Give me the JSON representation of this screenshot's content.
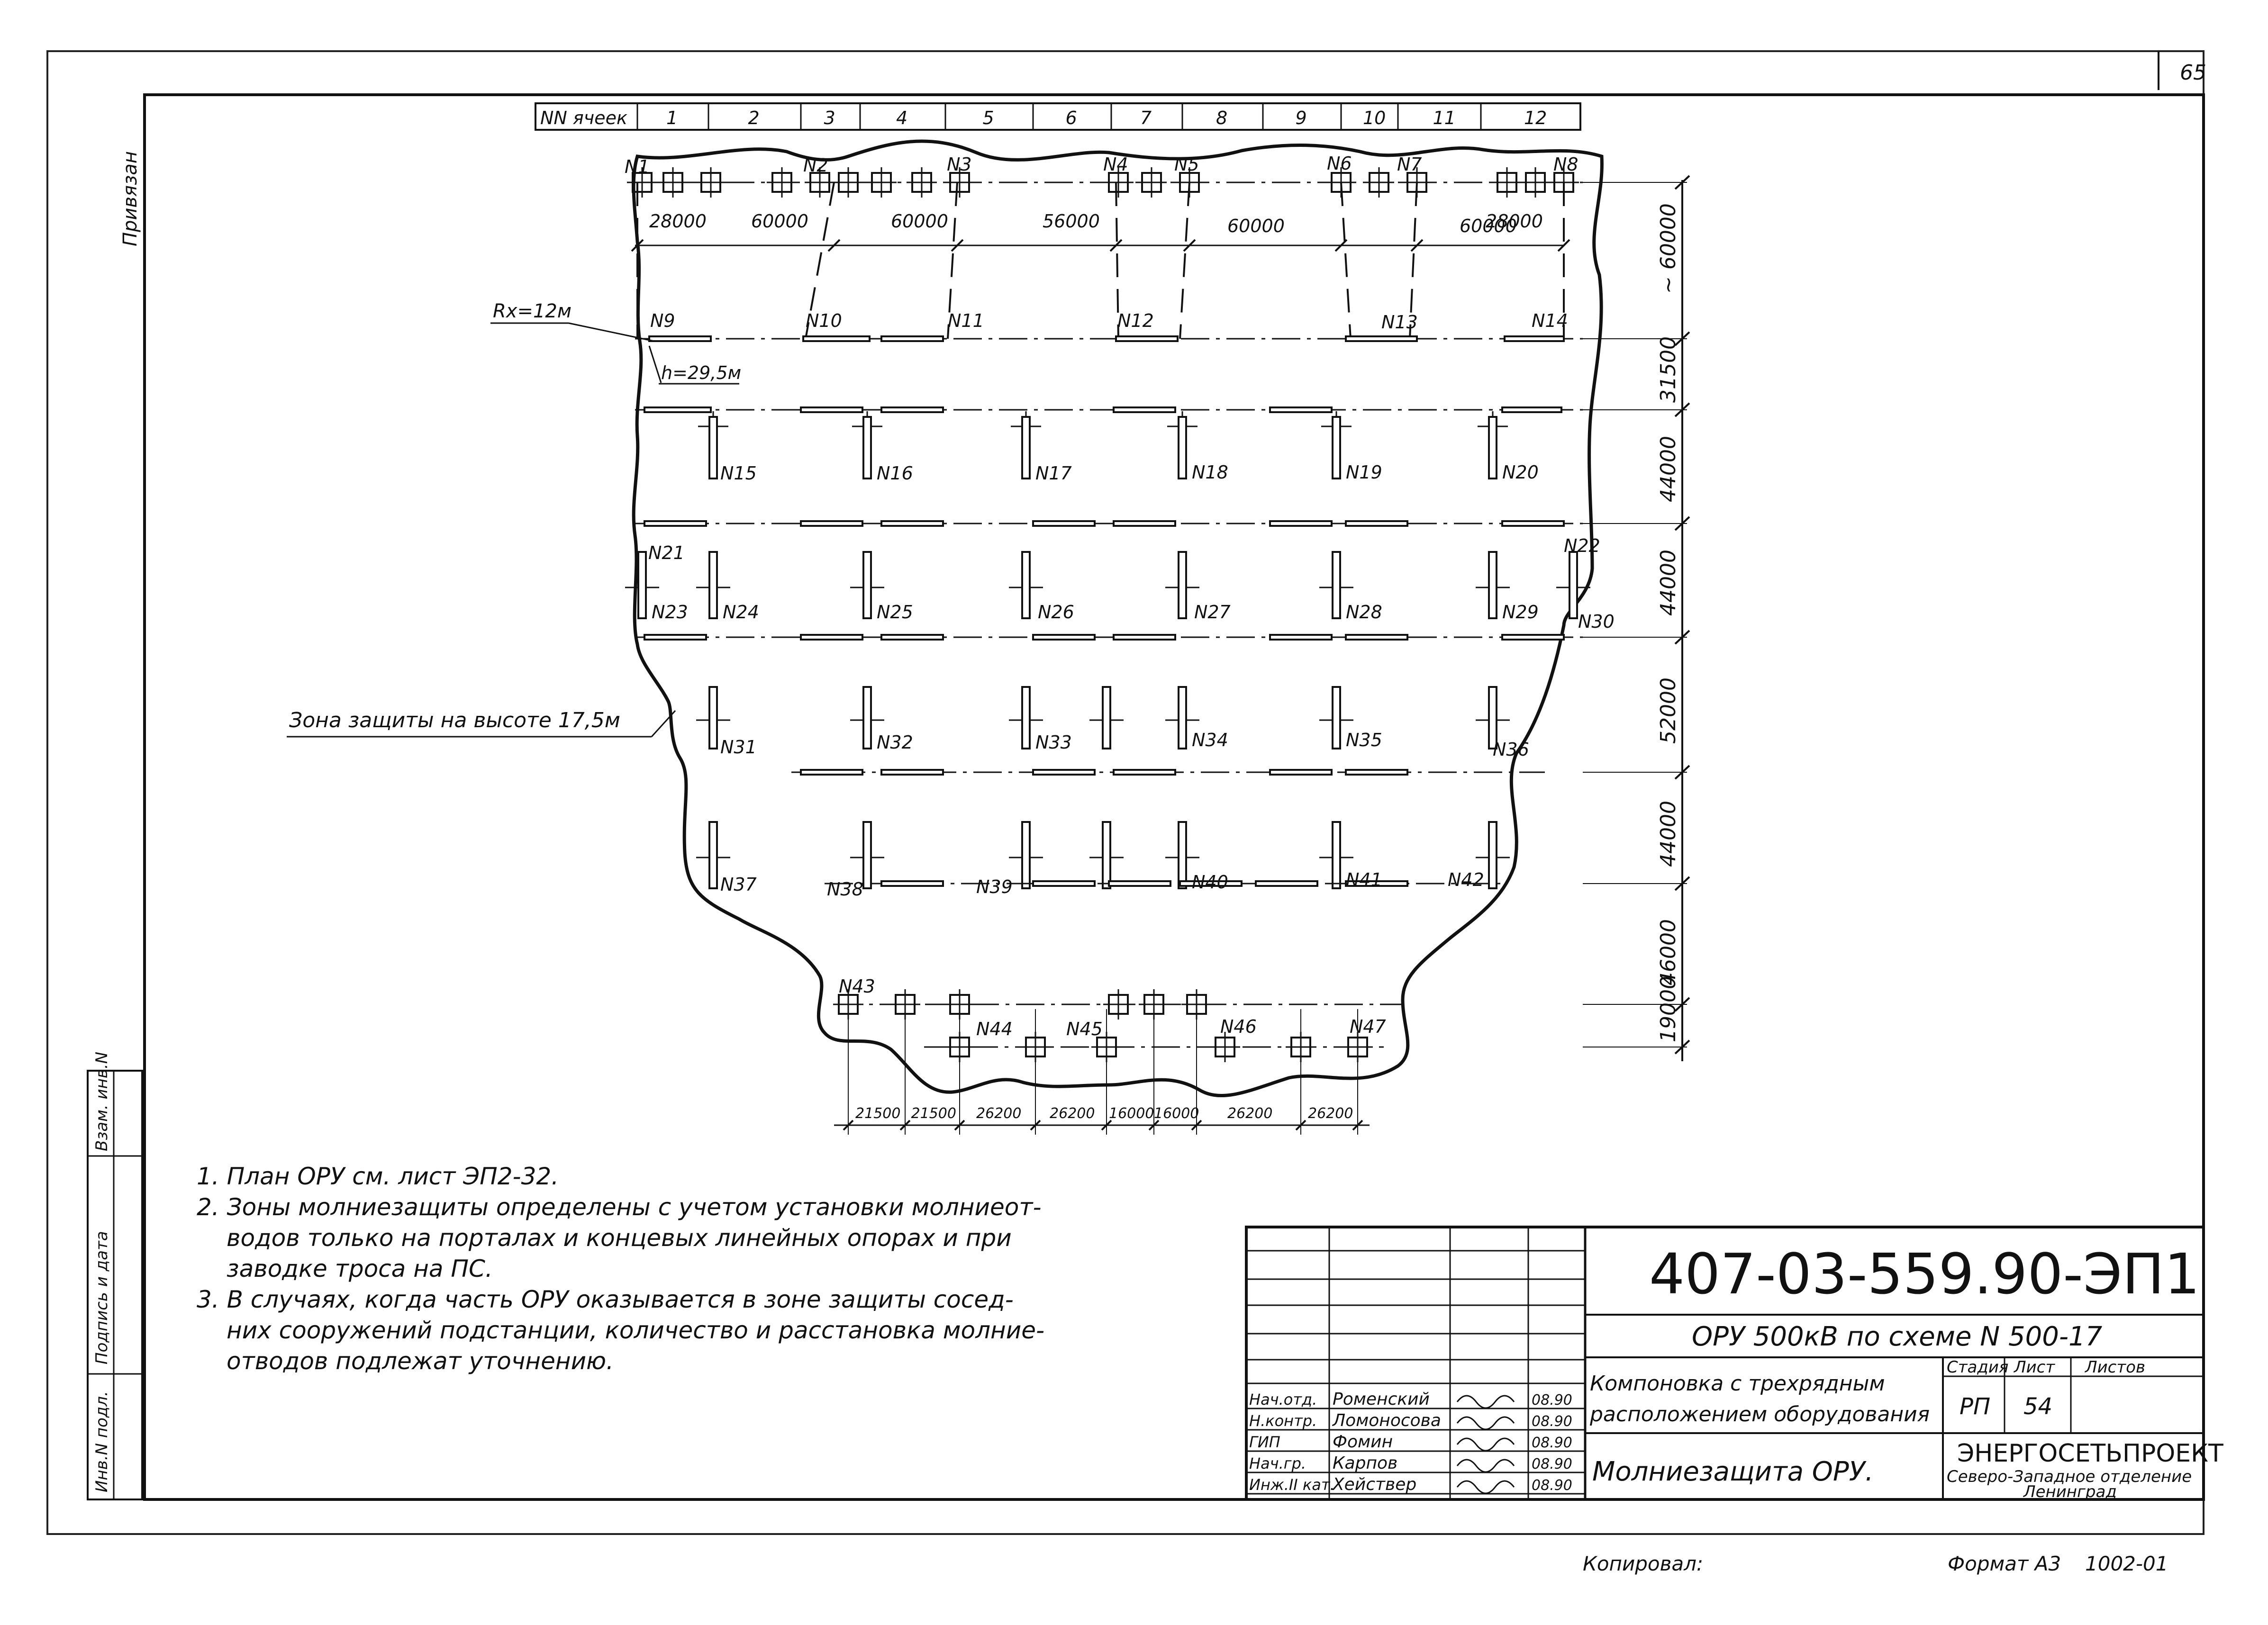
{
  "sheet_number": "65",
  "left_strip": {
    "primenen": "Привязан",
    "inv_vzam": "Взам. инв.N",
    "podpis_data": "Подпись и дата",
    "inv_podl": "Инв.N подл."
  },
  "cells_header": {
    "label": "NN ячеек",
    "cells": [
      "1",
      "2",
      "3",
      "4",
      "5",
      "6",
      "7",
      "8",
      "9",
      "10",
      "11",
      "12"
    ]
  },
  "supports": {
    "portals_top": [
      "N1",
      "N2",
      "N3",
      "N4",
      "N5",
      "N6",
      "N7",
      "N8"
    ],
    "row2": [
      "N9",
      "N10",
      "N11",
      "N12",
      "N13",
      "N14"
    ],
    "row3": [
      "N15",
      "N16",
      "N17",
      "N18",
      "N19",
      "N20"
    ],
    "row4": [
      "N21",
      "N22",
      "N23",
      "N24",
      "N25",
      "N26",
      "N27",
      "N28",
      "N29",
      "N30"
    ],
    "row5": [
      "N31",
      "N32",
      "N33",
      "N34",
      "N35",
      "N36"
    ],
    "row6": [
      "N37",
      "N38",
      "N39",
      "N40",
      "N41",
      "N42"
    ],
    "portals_bottom": [
      "N43",
      "N44",
      "N45",
      "N46",
      "N47"
    ]
  },
  "annotations": {
    "rx": "Rx=12м",
    "h": "h=29,5м",
    "zone_label": "Зона защиты на высоте 17,5м"
  },
  "dimensions": {
    "top_horizontal": [
      "28000",
      "60000",
      "60000",
      "56000",
      "60000",
      "60000",
      "28000"
    ],
    "right_vertical": [
      "~ 60000",
      "31500",
      "44000",
      "44000",
      "52000",
      "44000",
      "46000",
      "19000"
    ],
    "bottom_horizontal": [
      "21500",
      "21500",
      "26200",
      "26200",
      "16000",
      "16000",
      "26200",
      "26200"
    ]
  },
  "notes": [
    "1. План ОРУ см. лист ЭП2-32.",
    "2. Зоны молниезащиты определены с учетом установки молниеот-",
    "водов только на порталах и концевых линейных опорах и при",
    "заводке троса на ПС.",
    "3. В случаях, когда часть ОРУ оказывается в зоне защиты сосед-",
    "них сооружений подстанции, количество и расстановка молние-",
    "отводов подлежат уточнению."
  ],
  "title_block": {
    "doc_code": "407-03-559.90-ЭП1",
    "subtitle": "ОРУ 500кВ по схеме N 500-17",
    "description_line1": "Компоновка с трехрядным",
    "description_line2": "расположением оборудования",
    "drawing_name": "Молниезащита ОРУ.",
    "stage_label": "Стадия",
    "sheet_label": "Лист",
    "sheets_label": "Листов",
    "stage_value": "РП",
    "sheet_value": "54",
    "organization": "ЭНЕРГОСЕТЬПРОЕКТ",
    "org_branch": "Северо-Западное отделение",
    "org_city": "Ленинград",
    "signatures": [
      {
        "role": "Нач.отд.",
        "name": "Ромeнский",
        "date": "08.90"
      },
      {
        "role": "Н.контр.",
        "name": "Ломоносова",
        "date": "08.90"
      },
      {
        "role": "ГИП",
        "name": "Фомин",
        "date": "08.90"
      },
      {
        "role": "Нач.гр.",
        "name": "Карпов",
        "date": "08.90"
      },
      {
        "role": "Инж.II кат.",
        "name": "Хействер",
        "date": "08.90"
      }
    ]
  },
  "footer": {
    "copied": "Копировал:",
    "format": "Формат А3",
    "order": "1002-01"
  }
}
